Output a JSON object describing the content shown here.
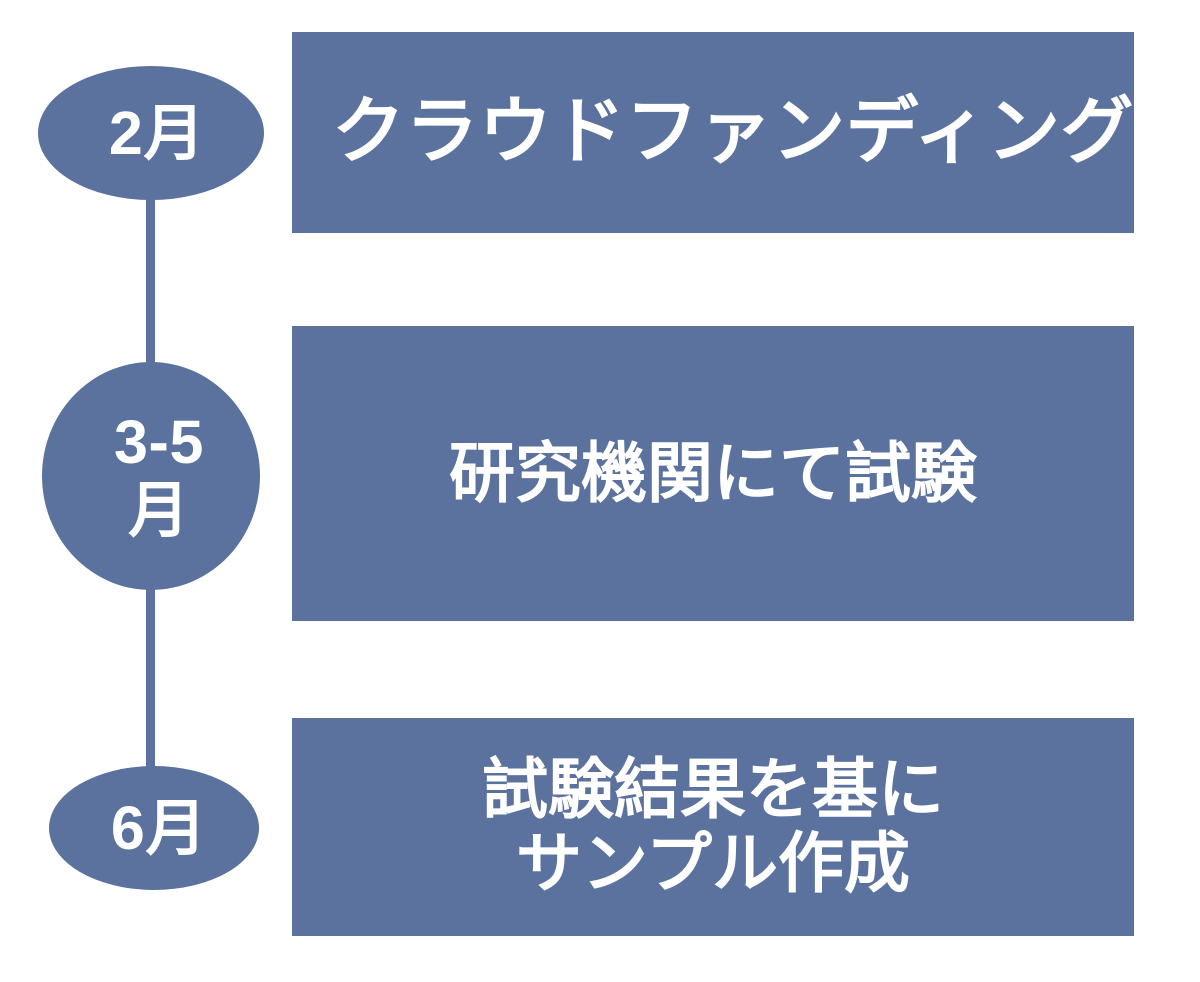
{
  "diagram": {
    "type": "vertical-timeline",
    "background_color": "#ffffff",
    "accent_color": "#5b719e",
    "text_color": "#ffffff",
    "steps": [
      {
        "marker_label": "2月",
        "marker_shape": "ellipse",
        "content_label": "クラウドファンディング",
        "content_align": "left"
      },
      {
        "marker_label": "3-5\n月",
        "marker_shape": "circle",
        "content_label": "研究機関にて試験",
        "content_align": "center"
      },
      {
        "marker_label": "6月",
        "marker_shape": "ellipse",
        "content_label": "試験結果を基に\nサンプル作成",
        "content_align": "center"
      }
    ]
  }
}
